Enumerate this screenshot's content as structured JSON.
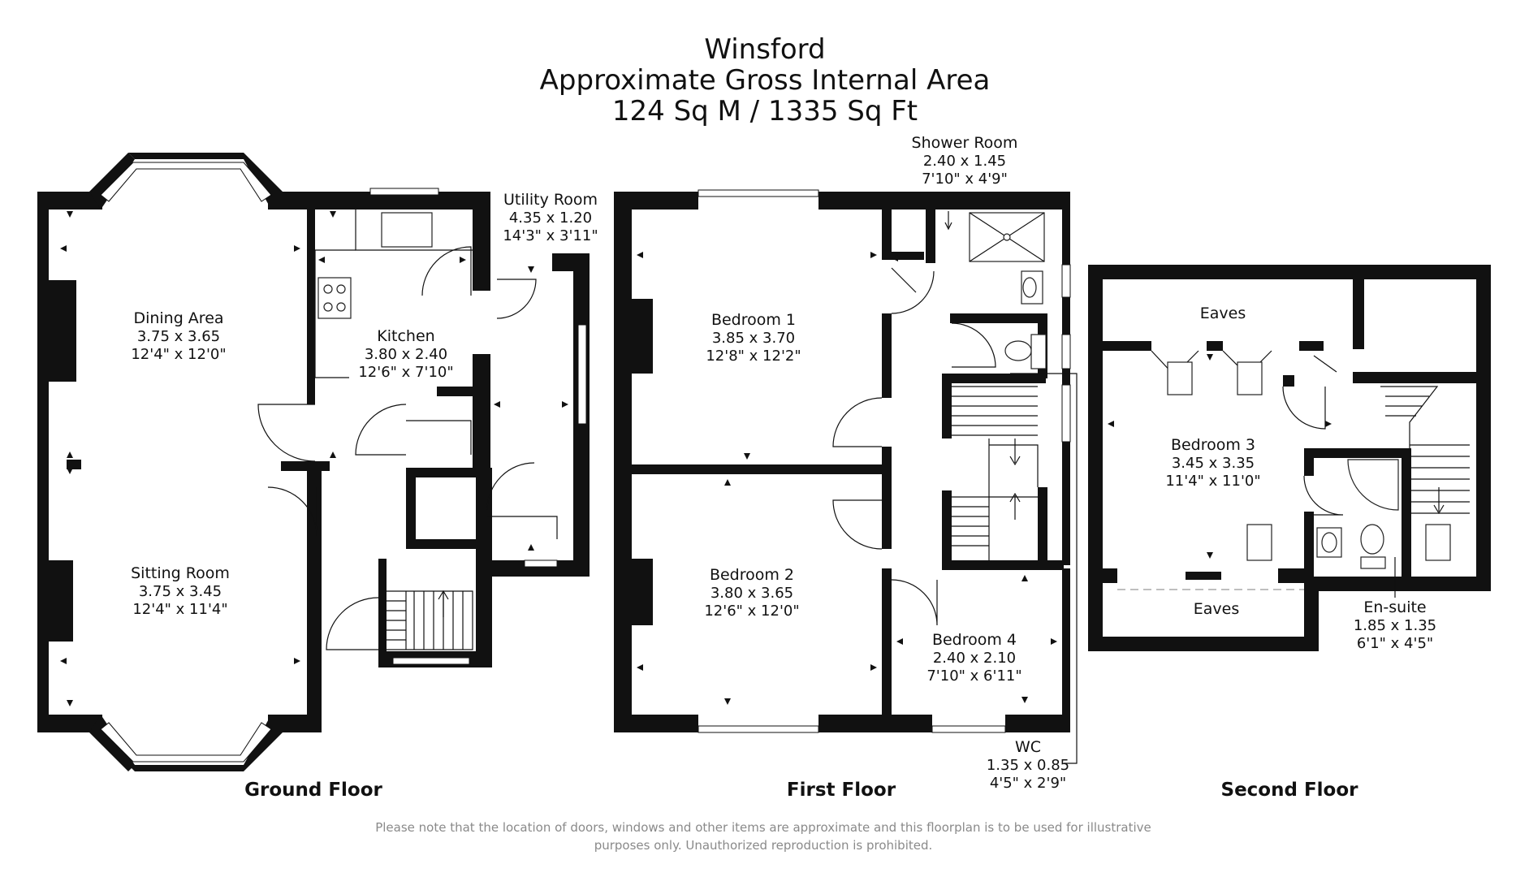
{
  "title": {
    "line1": "Winsford",
    "line2": "Approximate Gross Internal Area",
    "line3": "124 Sq M / 1335 Sq Ft"
  },
  "rooms": {
    "dining": {
      "name": "Dining Area",
      "metric": "3.75 x 3.65",
      "imperial": "12'4\" x 12'0\""
    },
    "sitting": {
      "name": "Sitting Room",
      "metric": "3.75 x 3.45",
      "imperial": "12'4\" x 11'4\""
    },
    "kitchen": {
      "name": "Kitchen",
      "metric": "3.80 x 2.40",
      "imperial": "12'6\" x 7'10\""
    },
    "utility": {
      "name": "Utility Room",
      "metric": "4.35 x 1.20",
      "imperial": "14'3\" x 3'11\""
    },
    "shower": {
      "name": "Shower Room",
      "metric": "2.40 x 1.45",
      "imperial": "7'10\" x 4'9\""
    },
    "bedroom1": {
      "name": "Bedroom 1",
      "metric": "3.85 x 3.70",
      "imperial": "12'8\" x 12'2\""
    },
    "bedroom2": {
      "name": "Bedroom 2",
      "metric": "3.80 x 3.65",
      "imperial": "12'6\" x 12'0\""
    },
    "bedroom4": {
      "name": "Bedroom 4",
      "metric": "2.40 x 2.10",
      "imperial": "7'10\" x 6'11\""
    },
    "wc": {
      "name": "WC",
      "metric": "1.35 x 0.85",
      "imperial": "4'5\" x 2'9\""
    },
    "bedroom3": {
      "name": "Bedroom 3",
      "metric": "3.45 x 3.35",
      "imperial": "11'4\" x 11'0\""
    },
    "ensuite": {
      "name": "En-suite",
      "metric": "1.85 x 1.35",
      "imperial": "6'1\" x 4'5\""
    },
    "eaves_top": {
      "name": "Eaves"
    },
    "eaves_bottom": {
      "name": "Eaves"
    }
  },
  "floors": {
    "ground": "Ground Floor",
    "first": "First Floor",
    "second": "Second Floor"
  },
  "disclaimer": {
    "line1": "Please note that the location of doors, windows and other items are approximate and this floorplan is to be used for illustrative",
    "line2": "purposes only. Unauthorized reproduction is prohibited."
  },
  "colors": {
    "wall": "#111111",
    "text": "#111111",
    "note": "#8a8a8a",
    "background": "#ffffff"
  }
}
